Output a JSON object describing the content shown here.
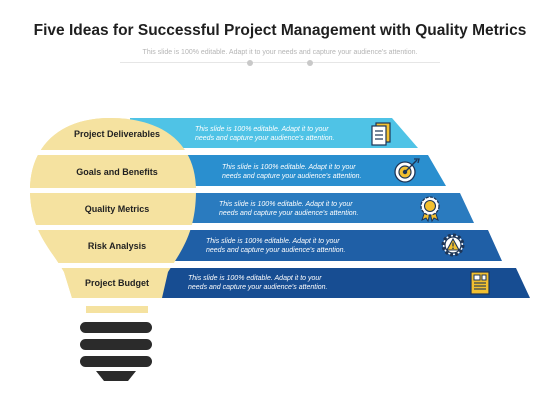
{
  "header": {
    "title": "Five Ideas for Successful Project Management with Quality Metrics",
    "subtitle": "This slide is 100% editable. Adapt it to your needs and capture your audience's attention."
  },
  "ideas": [
    {
      "label": "Project Deliverables",
      "line1": "This slide is 100% editable. Adapt it to your",
      "line2": "needs and capture your audience's attention.",
      "icon": "document-icon",
      "color": "#4fc3e6"
    },
    {
      "label": "Goals and Benefits",
      "line1": "This slide is 100% editable. Adapt it to your",
      "line2": "needs and capture your audience's attention.",
      "icon": "target-icon",
      "color": "#2a8fcf"
    },
    {
      "label": "Quality Metrics",
      "line1": "This slide is 100% editable. Adapt it to your",
      "line2": "needs and capture your audience's attention.",
      "icon": "award-badge-icon",
      "color": "#2a7bbf"
    },
    {
      "label": "Risk Analysis",
      "line1": "This slide is 100% editable. Adapt it to your",
      "line2": "needs and capture your audience's attention.",
      "icon": "warning-gear-icon",
      "color": "#1f5fa6"
    },
    {
      "label": "Project Budget",
      "line1": "This slide is 100% editable. Adapt it to your",
      "line2": "needs and capture your audience's attention.",
      "icon": "budget-report-icon",
      "color": "#174d92"
    }
  ],
  "colors": {
    "bulb": "#f5e2a0",
    "base": "#2b2b2b",
    "icon_fill": "#f2c030",
    "icon_stroke": "#1d3557"
  }
}
